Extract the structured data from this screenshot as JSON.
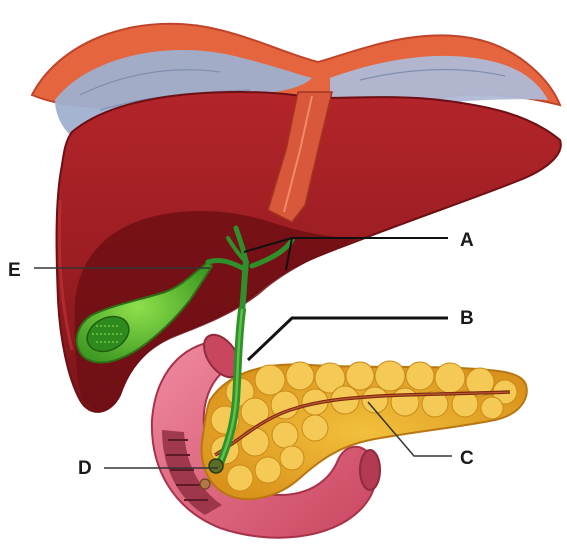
{
  "labels": {
    "a": "A",
    "b": "B",
    "c": "C",
    "d": "D",
    "e": "E"
  },
  "colors": {
    "diaphragm": "#e5663e",
    "membrane": "#9fb0cf",
    "liver": "#9a1d22",
    "liver_shadow": "#6e0f14",
    "gallbladder": "#6fc436",
    "bile_duct": "#2f8f2a",
    "pancreas": "#e8a825",
    "pancreatic_duct": "#7a2a12",
    "duodenum": "#d9637a",
    "leader_lines": "#111111"
  }
}
